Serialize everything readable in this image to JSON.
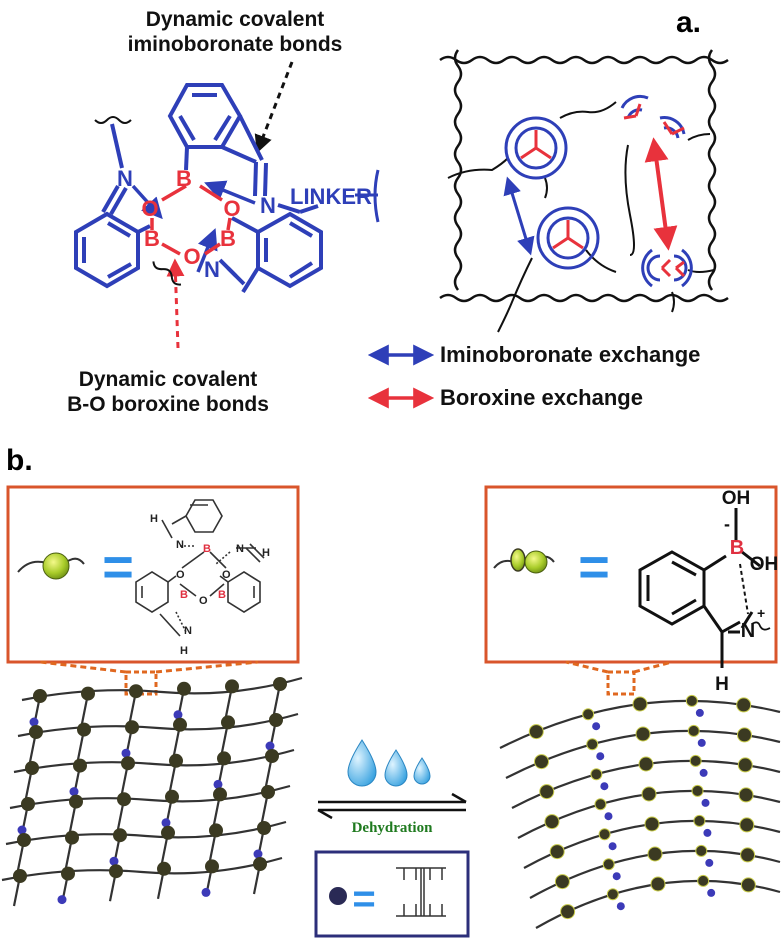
{
  "panel_a": {
    "letter": "a.",
    "callout_top": [
      "Dynamic covalent",
      "iminoboronate bonds"
    ],
    "callout_bottom": [
      "Dynamic covalent",
      "B-O boroxine bonds"
    ],
    "atom_N": "N",
    "atom_B": "B",
    "atom_O": "O",
    "linker": "LINKER",
    "legend": [
      {
        "label": "Iminoboronate exchange",
        "color": "#2e3fb8"
      },
      {
        "label": "Boroxine exchange",
        "color": "#e8323c"
      }
    ]
  },
  "panel_b": {
    "letter": "b.",
    "equals": "=",
    "atom_H": "H",
    "atom_N": "N",
    "atom_B": "B",
    "atom_O": "O",
    "oh": "OH",
    "minus": "-",
    "plus": "+",
    "dehydration": "Dehydration",
    "colors": {
      "frame": "#d9552b",
      "equals": "#2f8fe8",
      "node": "#3b3a22",
      "node_blue": "#3c3ab8",
      "legend_frame": "#2c2f7a"
    }
  }
}
